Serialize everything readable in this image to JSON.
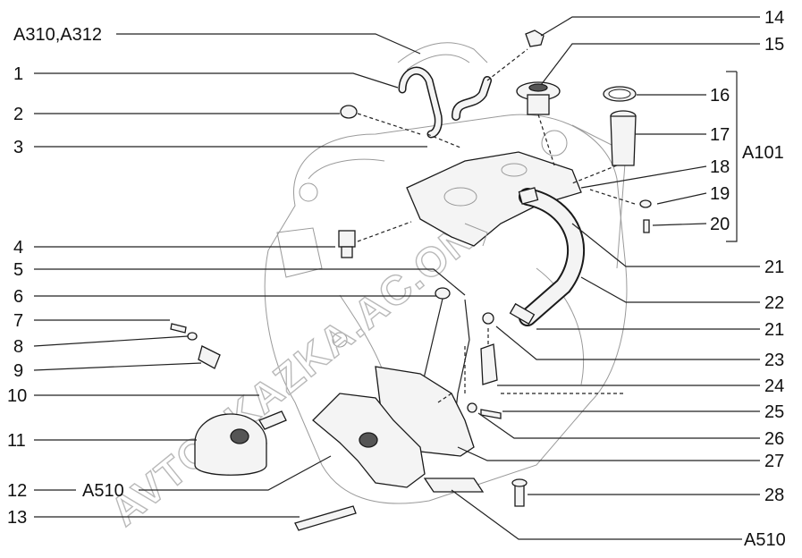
{
  "watermark": "AVTOSKAZKA.AC.ONLINE",
  "callouts": {
    "l1": "1",
    "l2": "2",
    "l3": "3",
    "l4": "4",
    "l5": "5",
    "l6": "6",
    "l7": "7",
    "l8": "8",
    "l9": "9",
    "l10": "10",
    "l11": "11",
    "l12": "12",
    "l13": "13",
    "a310": "A310,A312",
    "a510_left": "A510",
    "r14": "14",
    "r15": "15",
    "r16": "16",
    "r17": "17",
    "r18": "18",
    "r19": "19",
    "r20": "20",
    "a101": "A101",
    "r21a": "21",
    "r22": "22",
    "r21b": "21",
    "r23": "23",
    "r24": "24",
    "r25": "25",
    "r26": "26",
    "r27": "27",
    "r28": "28",
    "a510_right": "A510"
  }
}
